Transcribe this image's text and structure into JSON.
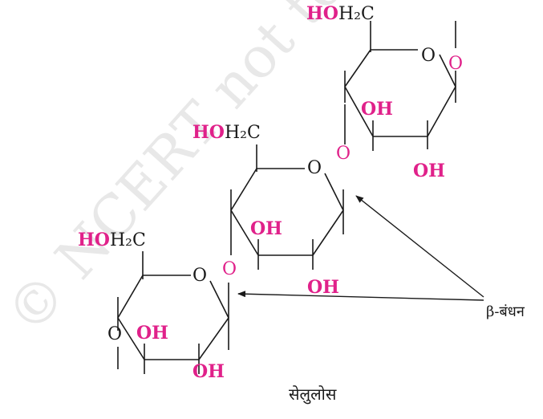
{
  "watermark": "© NCERT not to be republished",
  "labels": {
    "hydroxymethyl_prefix": "HO",
    "hydroxymethyl_suffix": "H₂C",
    "hydroxyl": "OH",
    "ring_oxygen": "O",
    "bridge_oxygen": "O",
    "end_oxygen": "O"
  },
  "annotation": {
    "beta_link": "β-बंधन"
  },
  "caption": "सेलुलोस",
  "colors": {
    "highlight": "#e0218a",
    "line": "#1a1a1a",
    "watermark": "#e8e8e8"
  }
}
